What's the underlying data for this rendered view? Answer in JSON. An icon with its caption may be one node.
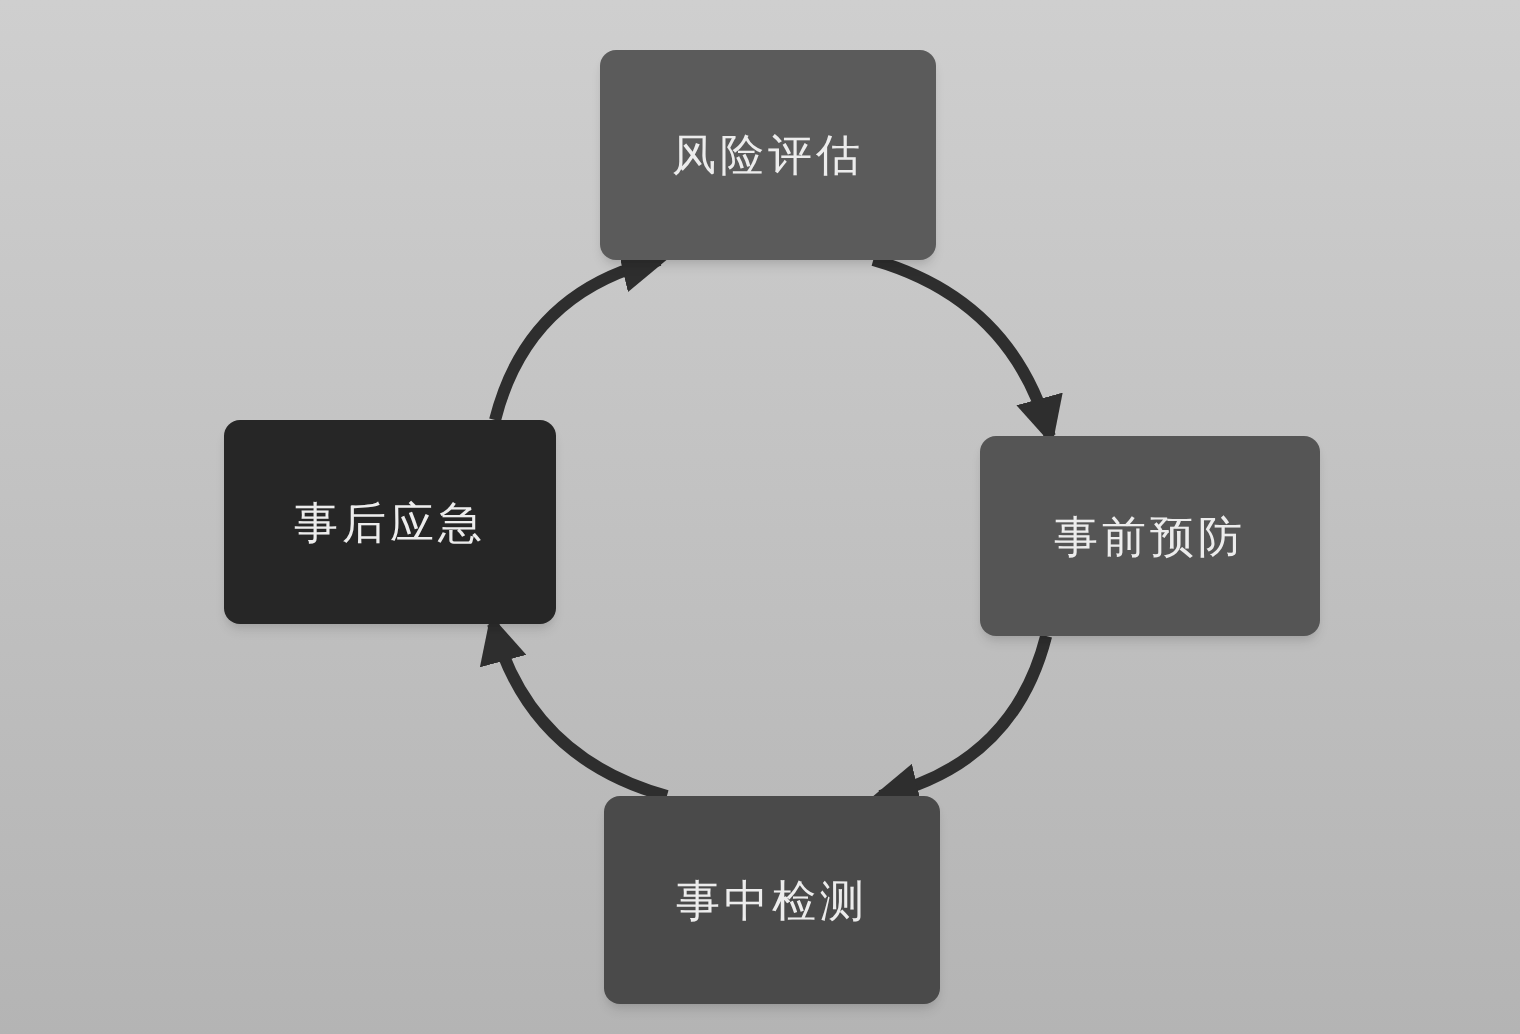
{
  "diagram": {
    "nodes": [
      {
        "text": [
          "风险评估"
        ]
      },
      {
        "text": [
          "事前预防"
        ]
      },
      {
        "text": [
          "事中检测"
        ]
      },
      {
        "text": [
          "事后应急"
        ]
      }
    ],
    "edges": [
      {
        "from": 0,
        "to": 1,
        "arrow": "to"
      },
      {
        "from": 1,
        "to": 2,
        "arrow": "to"
      },
      {
        "from": 2,
        "to": 3,
        "arrow": "to"
      },
      {
        "from": 3,
        "to": 0,
        "arrow": "to"
      }
    ]
  }
}
